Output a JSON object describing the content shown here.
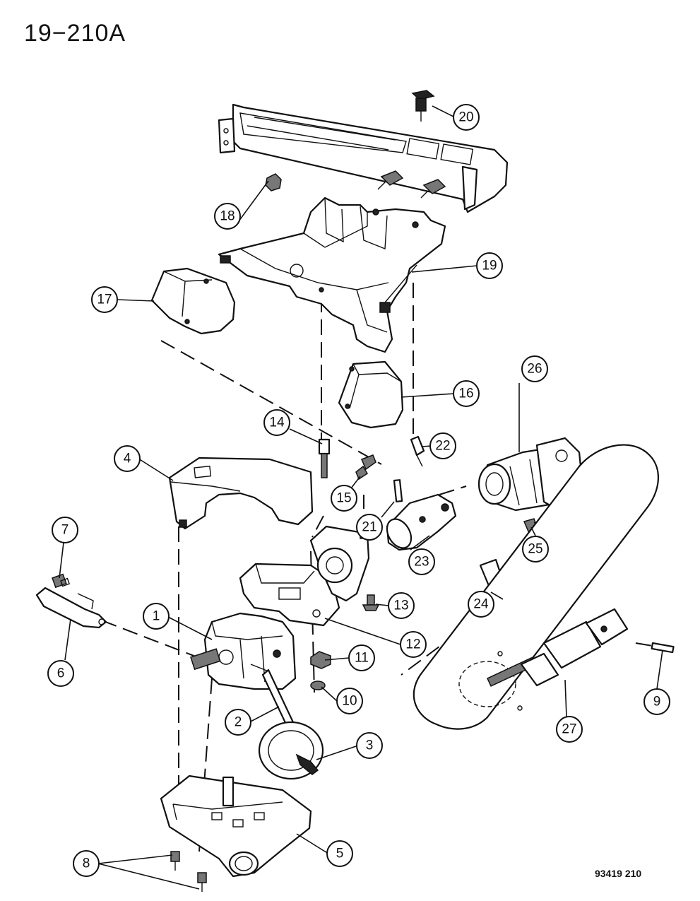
{
  "header": {
    "title": "19−210A"
  },
  "footer": {
    "code": "93419 210"
  },
  "callouts": [
    {
      "id": "c1",
      "label": "1"
    },
    {
      "id": "c2",
      "label": "2"
    },
    {
      "id": "c3",
      "label": "3"
    },
    {
      "id": "c4",
      "label": "4"
    },
    {
      "id": "c5",
      "label": "5"
    },
    {
      "id": "c6",
      "label": "6"
    },
    {
      "id": "c7",
      "label": "7"
    },
    {
      "id": "c8",
      "label": "8"
    },
    {
      "id": "c9",
      "label": "9"
    },
    {
      "id": "c10",
      "label": "10"
    },
    {
      "id": "c11",
      "label": "11"
    },
    {
      "id": "c12",
      "label": "12"
    },
    {
      "id": "c13",
      "label": "13"
    },
    {
      "id": "c14",
      "label": "14"
    },
    {
      "id": "c15",
      "label": "15"
    },
    {
      "id": "c16",
      "label": "16"
    },
    {
      "id": "c17",
      "label": "17"
    },
    {
      "id": "c18",
      "label": "18"
    },
    {
      "id": "c19",
      "label": "19"
    },
    {
      "id": "c20",
      "label": "20"
    },
    {
      "id": "c21",
      "label": "21"
    },
    {
      "id": "c22",
      "label": "22"
    },
    {
      "id": "c23",
      "label": "23"
    },
    {
      "id": "c24",
      "label": "24"
    },
    {
      "id": "c25",
      "label": "25"
    },
    {
      "id": "c26",
      "label": "26"
    },
    {
      "id": "c27",
      "label": "27"
    }
  ]
}
